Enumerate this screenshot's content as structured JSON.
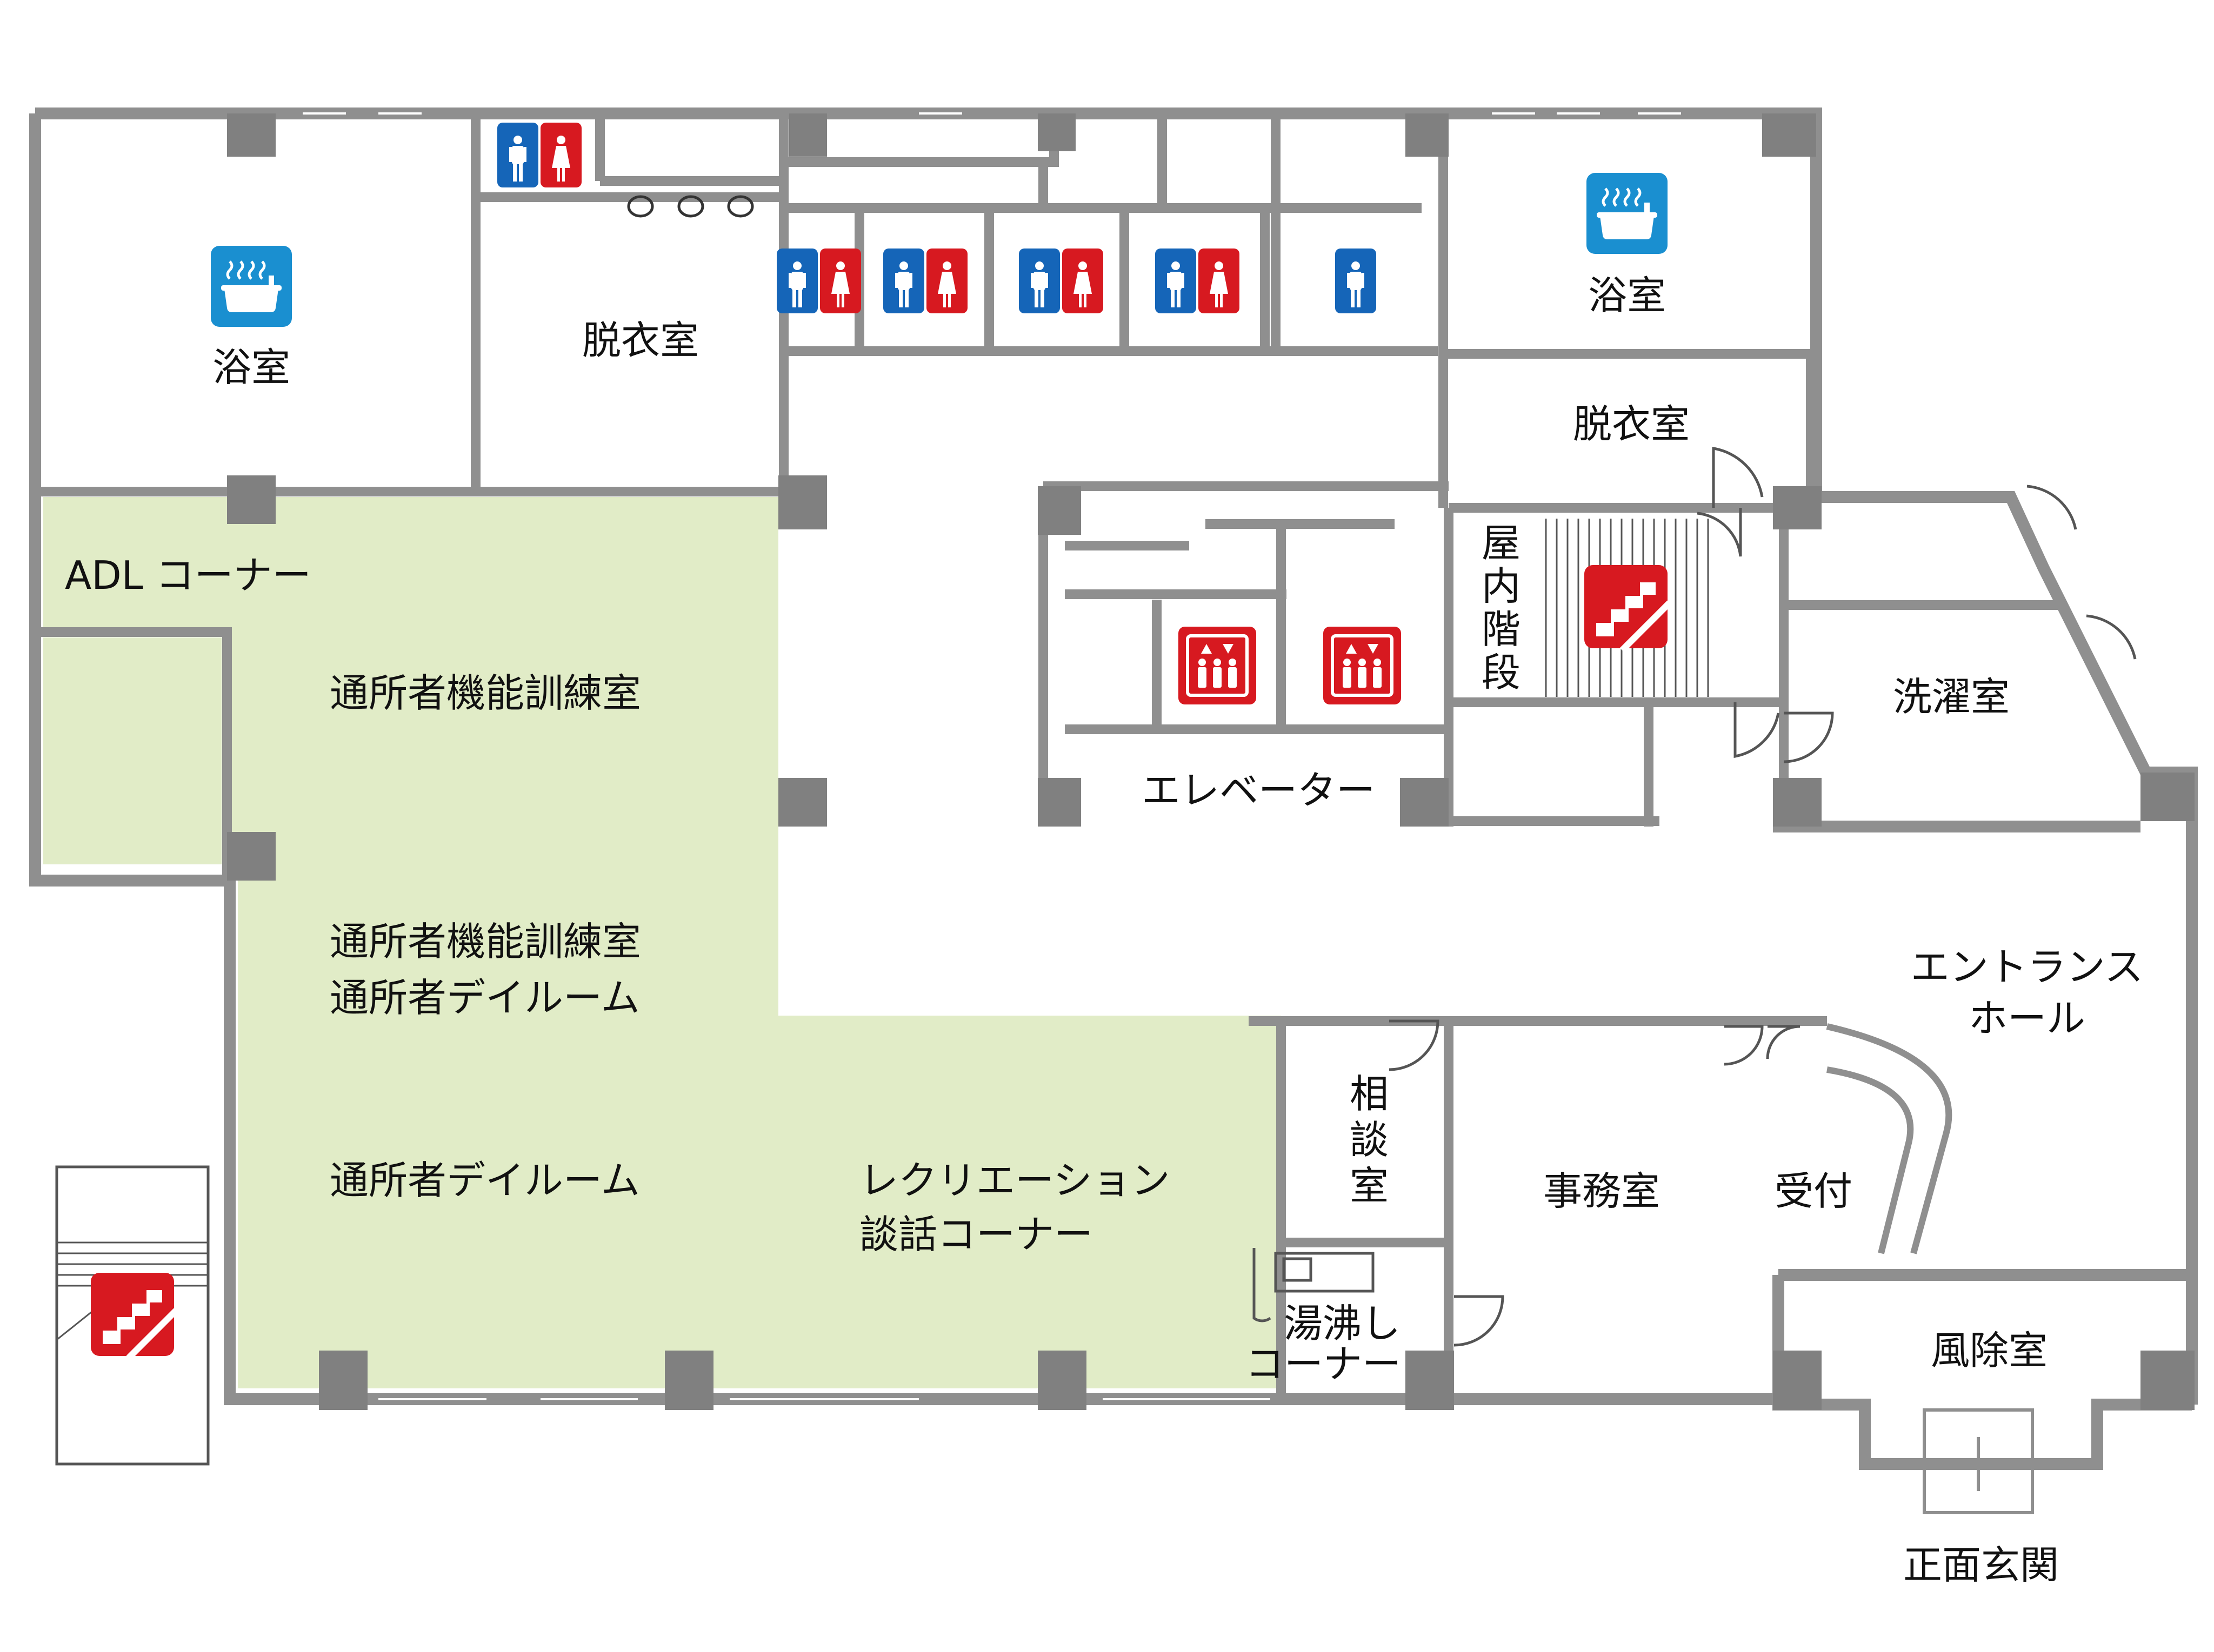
{
  "colors": {
    "wall": "#8f8f8f",
    "pillar": "#808080",
    "room_fill": "#ffffff",
    "training_area": "#e1ecc7",
    "icon_blue": "#1565b8",
    "icon_red": "#d71920",
    "bath_icon": "#1a8fd0",
    "text": "#111111"
  },
  "rooms": {
    "bath_left": "浴室",
    "changing_left": "脱衣室",
    "bath_right": "浴室",
    "changing_right": "脱衣室",
    "adl_corner": "ADL コーナー",
    "training_1": "通所者機能訓練室",
    "training_2_line1": "通所者機能訓練室",
    "training_2_line2": "通所者デイルーム",
    "dayroom": "通所者デイルーム",
    "recreation_line1": "レクリエーション",
    "recreation_line2": "談話コーナー",
    "elevator": "エレベーター",
    "indoor_stairs": [
      "屋",
      "内",
      "階",
      "段"
    ],
    "laundry": "洗濯室",
    "entrance_hall_line1": "エントランス",
    "entrance_hall_line2": "ホール",
    "consultation": [
      "相",
      "談",
      "室"
    ],
    "office": "事務室",
    "reception": "受付",
    "kettle_line1": "湯沸し",
    "kettle_line2": "コーナー",
    "windbreak": "風除室",
    "main_entrance": "正面玄関"
  },
  "icons": [
    "restroom-men-women-icon",
    "restroom-men-women-icon",
    "restroom-men-women-icon",
    "restroom-men-women-icon",
    "restroom-men-women-icon",
    "restroom-men-icon",
    "bath-icon",
    "bath-icon",
    "elevator-icon",
    "elevator-icon",
    "stairs-icon",
    "stairs-icon"
  ]
}
